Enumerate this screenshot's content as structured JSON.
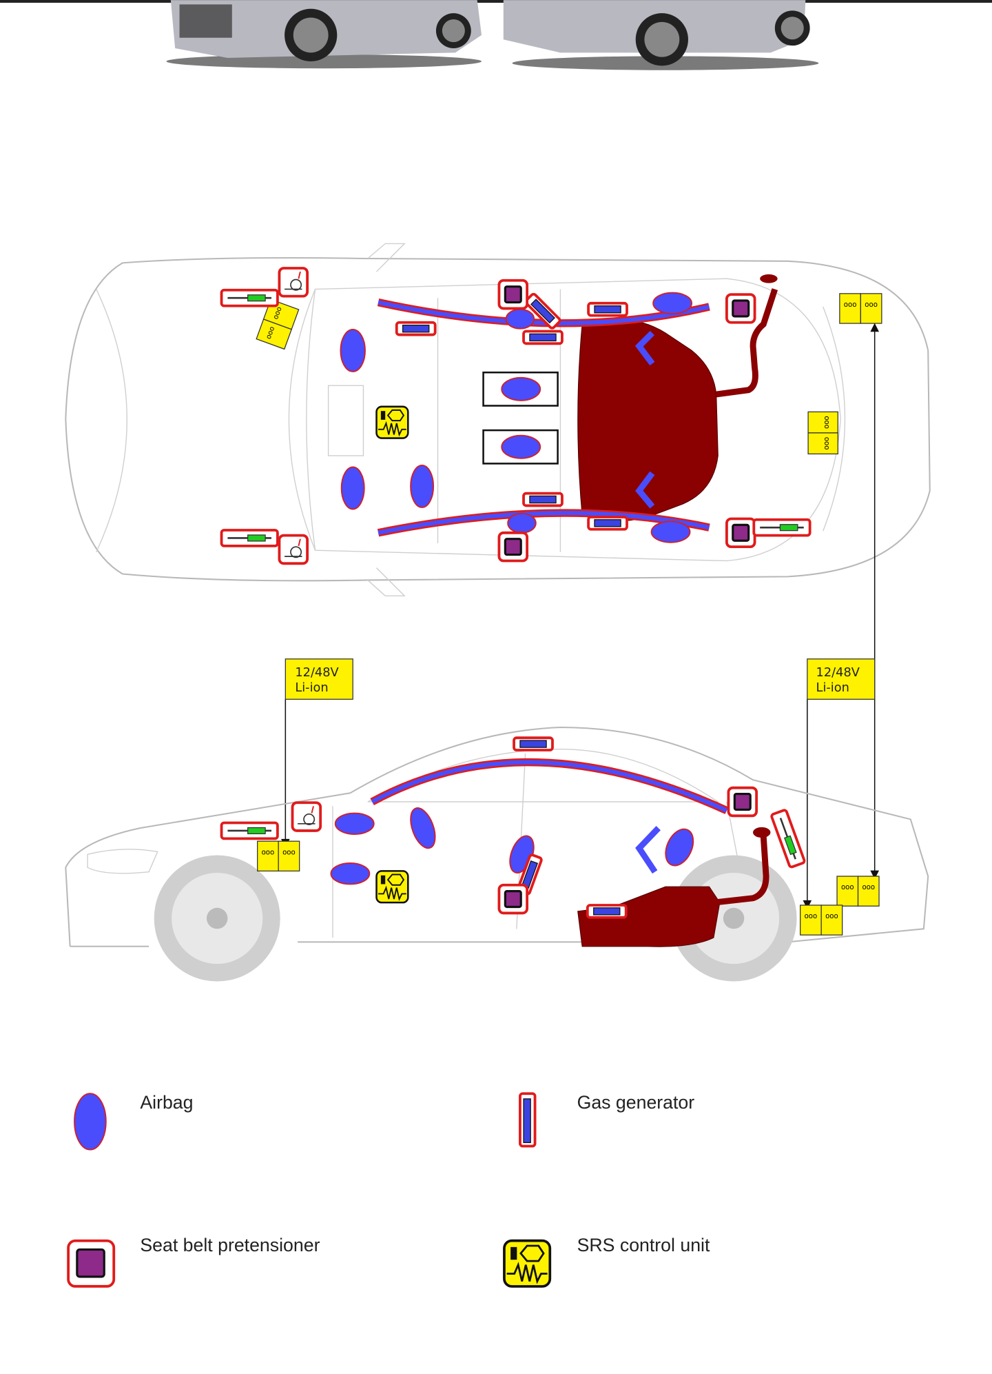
{
  "battery_labels": [
    {
      "line1": "12/48V",
      "line2": "Li-ion"
    },
    {
      "line1": "12/48V",
      "line2": "Li-ion"
    }
  ],
  "legend": {
    "airbag": "Airbag",
    "gas_generator": "Gas generator",
    "seat_belt_pretensioner": "Seat belt pretensioner",
    "srs_control_unit": "SRS control unit"
  },
  "colors": {
    "airbag": "#4a4dfb",
    "frame": "#e01b1b",
    "pretensioner": "#8e2a8a",
    "battery": "#fff200",
    "fuel_tank": "#8b0000",
    "sensor": "#22cc22"
  }
}
